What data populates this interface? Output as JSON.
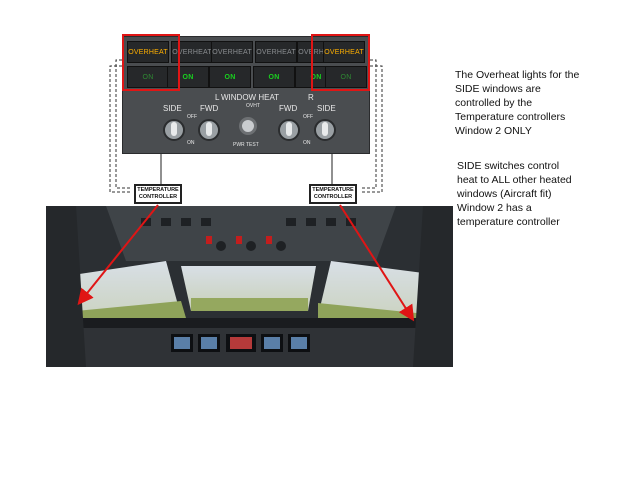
{
  "panel": {
    "lamps": {
      "overheat": [
        "OVERHEAT",
        "OVERHEAT",
        "OVERHEAT",
        "OVERHEAT",
        "OVERHEAT",
        "OVERHEAT"
      ],
      "on": [
        "ON",
        "ON",
        "ON",
        "ON",
        "ON",
        "ON"
      ]
    },
    "title": "WINDOW HEAT",
    "left_label": "L",
    "right_label": "R",
    "ovht_label": "OVHT",
    "switches": {
      "side_left": "SIDE",
      "fwd_left": "FWD",
      "fwd_right": "FWD",
      "side_right": "SIDE"
    },
    "off_label": "OFF",
    "on_label": "ON",
    "pwr_test_label": "PWR TEST"
  },
  "controllers": {
    "left": [
      "TEMPERATURE",
      "CONTROLLER"
    ],
    "right": [
      "TEMPERATURE",
      "CONTROLLER"
    ]
  },
  "captions": {
    "overheat": [
      "The Overheat lights for the",
      "SIDE windows are",
      "controlled by the",
      "Temperature controllers",
      "Window 2 ONLY"
    ],
    "side": [
      "SIDE switches control",
      "heat to ALL other heated",
      "windows (Aircraft fit)",
      "Window 2 has a",
      "temperature controller"
    ]
  },
  "colors": {
    "highlight": "#e01515",
    "overheat_lit": "#ffb000",
    "on_lit": "#19d11f"
  }
}
